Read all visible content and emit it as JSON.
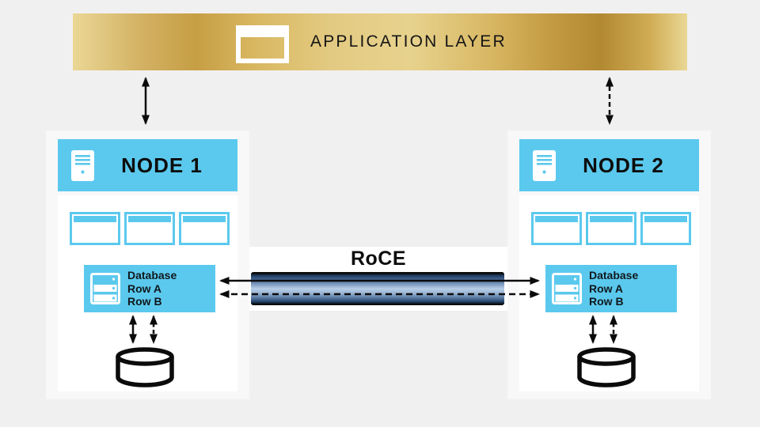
{
  "colors": {
    "accent_cyan": "#5bc9ee",
    "gold_light": "#ead795",
    "gold_dark": "#b28932",
    "pipe_highlight": "#b7cde7",
    "pipe_shadow": "#1d3a5d",
    "background": "#f1f0f1"
  },
  "application_layer": {
    "label": "APPLICATION LAYER",
    "icon": "window-icon"
  },
  "interconnect": {
    "label": "RoCE",
    "links": [
      {
        "style": "solid",
        "name": "roce-solid-link"
      },
      {
        "style": "dashed",
        "name": "roce-dashed-link"
      }
    ]
  },
  "nodes": [
    {
      "title": "NODE 1",
      "icon": "server-icon",
      "database": {
        "icon": "database-icon",
        "lines": [
          "Database",
          "Row A",
          "Row B"
        ]
      },
      "storage_icon": "cylinder-icon"
    },
    {
      "title": "NODE 2",
      "icon": "server-icon",
      "database": {
        "icon": "database-icon",
        "lines": [
          "Database",
          "Row A",
          "Row B"
        ]
      },
      "storage_icon": "cylinder-icon"
    }
  ]
}
